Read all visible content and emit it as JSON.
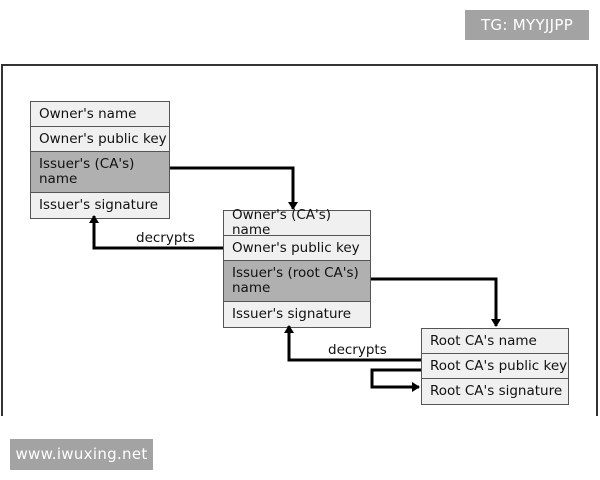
{
  "watermarks": {
    "top_right": "TG: MYYJJPP",
    "bottom_left": "www.iwuxing.net"
  },
  "certificates": [
    {
      "fields": [
        "Owner's name",
        "Owner's public key",
        "Issuer's (CA's) name",
        "Issuer's signature"
      ]
    },
    {
      "fields": [
        "Owner's (CA's) name",
        "Owner's public key",
        "Issuer's (root CA's) name",
        "Issuer's signature"
      ]
    },
    {
      "fields": [
        "Root CA's name",
        "Root CA's public key",
        "Root CA's signature"
      ]
    }
  ],
  "arrow_labels": {
    "decrypts_1": "decrypts",
    "decrypts_2": "decrypts"
  },
  "colors": {
    "highlight_field": "#b0b0b0",
    "field": "#f0f0f0",
    "line": "#000000"
  }
}
